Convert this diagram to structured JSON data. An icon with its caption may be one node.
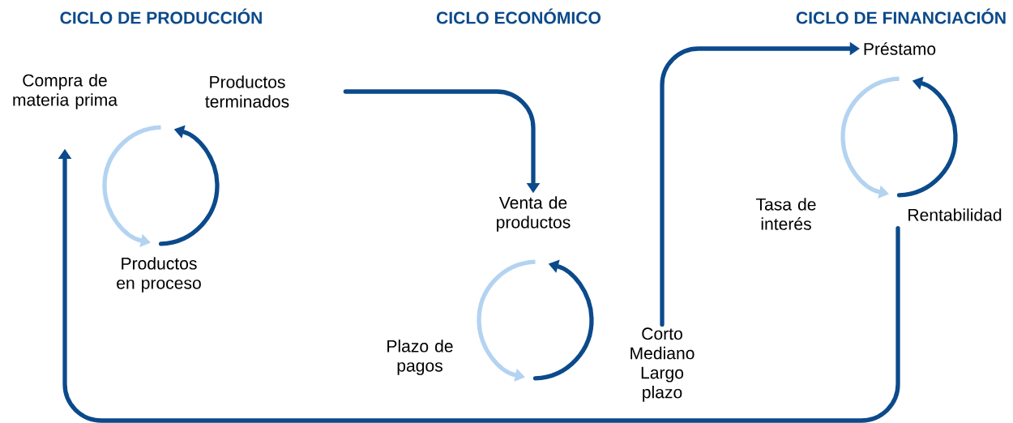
{
  "diagram": {
    "nodes": [
      {
        "text": [
          "Compra de materia prima"
        ]
      },
      {
        "text": [
          "Productos terminados"
        ]
      },
      {
        "text": [
          "Productos en proceso"
        ]
      },
      {
        "text": [
          "Venta de productos"
        ]
      },
      {
        "text": [
          "Plazo de pagos"
        ]
      },
      {
        "text": [
          "Corto Mediano Largo plazo"
        ]
      },
      {
        "text": [
          "Préstamo"
        ]
      },
      {
        "text": [
          "Tasa de interés"
        ]
      },
      {
        "text": [
          "Rentabilidad"
        ]
      }
    ],
    "edges": [
      {
        "from": 1,
        "to": 3,
        "arrow": "to"
      },
      {
        "from": 5,
        "to": 6,
        "arrow": "to"
      },
      {
        "from": 8,
        "to": 0,
        "arrow": "to"
      }
    ],
    "labels": [
      "CICLO DE PRODUCCIÓN",
      "CICLO ECONÓMICO",
      "CICLO DE FINANCIACIÓN"
    ]
  }
}
